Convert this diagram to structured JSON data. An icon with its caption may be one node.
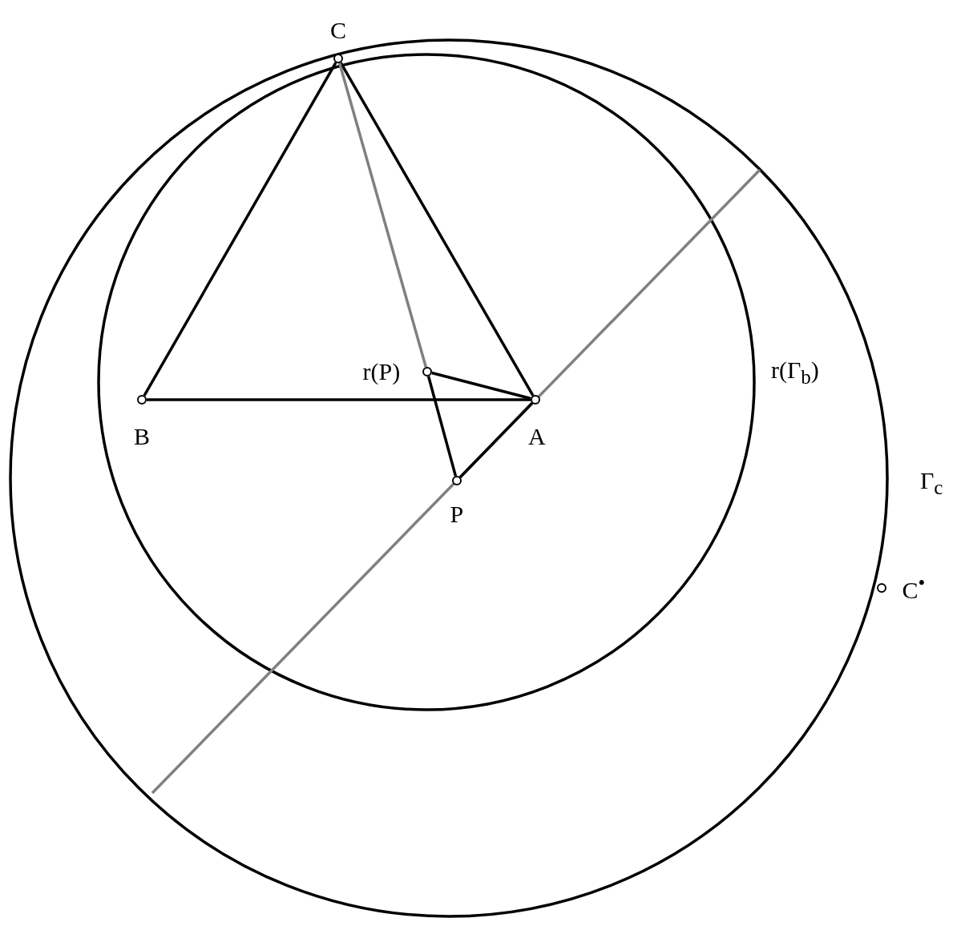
{
  "diagram": {
    "nodes": [
      {
        "text": [
          "C"
        ]
      },
      {
        "text": [
          "B"
        ]
      },
      {
        "text": [
          "A"
        ]
      },
      {
        "text": [
          "r(P)"
        ]
      },
      {
        "text": [
          "P"
        ]
      },
      {
        "text": [
          "C$^{•}$"
        ]
      }
    ],
    "edges": [
      {
        "from": 0,
        "to": 1,
        "arrow": "none"
      },
      {
        "from": 0,
        "to": 2,
        "arrow": "none"
      },
      {
        "from": 1,
        "to": 2,
        "arrow": "none"
      },
      {
        "from": 0,
        "to": 3,
        "arrow": "none",
        "color": "#808080"
      },
      {
        "from": 3,
        "to": 2,
        "arrow": "none"
      },
      {
        "from": 3,
        "to": 4,
        "arrow": "none"
      },
      {
        "from": 4,
        "to": 2,
        "arrow": "none"
      }
    ],
    "labels": [
      "r(Γ$_{b}$)",
      "Γ$_{c}$"
    ]
  }
}
